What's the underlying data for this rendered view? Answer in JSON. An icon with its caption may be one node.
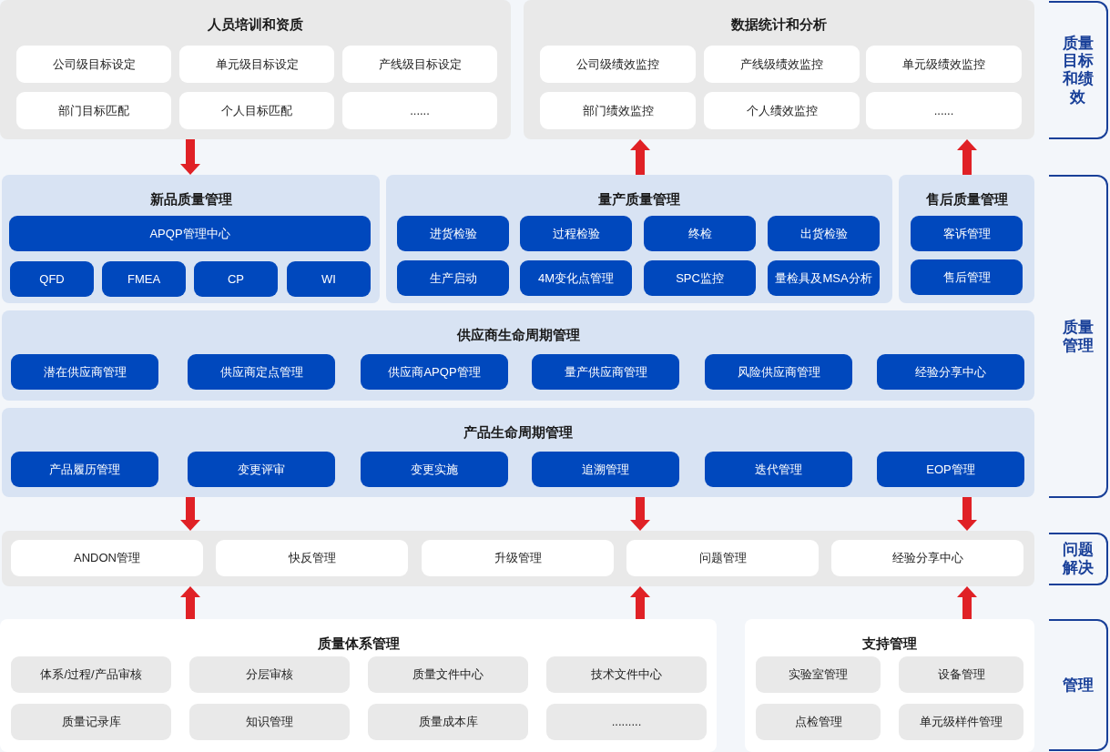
{
  "diagram": {
    "nodes": [
      {
        "text": [
          "人员培训和资质"
        ]
      },
      {
        "text": [
          "公司级目标设定"
        ],
        "in": 0
      },
      {
        "text": [
          "单元级目标设定"
        ],
        "in": 0
      },
      {
        "text": [
          "产线级目标设定"
        ],
        "in": 0
      },
      {
        "text": [
          "部门目标匹配"
        ],
        "in": 0
      },
      {
        "text": [
          "个人目标匹配"
        ],
        "in": 0
      },
      {
        "text": [
          "......"
        ],
        "in": 0
      },
      {
        "text": [
          "数据统计和分析"
        ]
      },
      {
        "text": [
          "公司级绩效监控"
        ],
        "in": 7
      },
      {
        "text": [
          "产线级绩效监控"
        ],
        "in": 7
      },
      {
        "text": [
          "单元级绩效监控"
        ],
        "in": 7
      },
      {
        "text": [
          "部门绩效监控"
        ],
        "in": 7
      },
      {
        "text": [
          "个人绩效监控"
        ],
        "in": 7
      },
      {
        "text": [
          "......"
        ],
        "in": 7
      },
      {
        "text": [
          "新品质量管理"
        ]
      },
      {
        "text": [
          "APQP管理中心"
        ],
        "in": 14
      },
      {
        "text": [
          "QFD"
        ],
        "in": 14
      },
      {
        "text": [
          "FMEA"
        ],
        "in": 14
      },
      {
        "text": [
          "CP"
        ],
        "in": 14
      },
      {
        "text": [
          "WI"
        ],
        "in": 14
      },
      {
        "text": [
          "量产质量管理"
        ]
      },
      {
        "text": [
          "进货检验"
        ],
        "in": 20
      },
      {
        "text": [
          "过程检验"
        ],
        "in": 20
      },
      {
        "text": [
          "终检"
        ],
        "in": 20
      },
      {
        "text": [
          "出货检验"
        ],
        "in": 20
      },
      {
        "text": [
          "生产启动"
        ],
        "in": 20
      },
      {
        "text": [
          "4M变化点管理"
        ],
        "in": 20
      },
      {
        "text": [
          "SPC监控"
        ],
        "in": 20
      },
      {
        "text": [
          "量检具及MSA分析"
        ],
        "in": 20
      },
      {
        "text": [
          "售后质量管理"
        ]
      },
      {
        "text": [
          "客诉管理"
        ],
        "in": 29
      },
      {
        "text": [
          "售后管理"
        ],
        "in": 29
      },
      {
        "text": [
          "供应商生命周期管理"
        ]
      },
      {
        "text": [
          "潜在供应商管理"
        ],
        "in": 32
      },
      {
        "text": [
          "供应商定点管理"
        ],
        "in": 32
      },
      {
        "text": [
          "供应商APQP管理"
        ],
        "in": 32
      },
      {
        "text": [
          "量产供应商管理"
        ],
        "in": 32
      },
      {
        "text": [
          "风险供应商管理"
        ],
        "in": 32
      },
      {
        "text": [
          "经验分享中心"
        ],
        "in": 32
      },
      {
        "text": [
          "产品生命周期管理"
        ]
      },
      {
        "text": [
          "产品履历管理"
        ],
        "in": 39
      },
      {
        "text": [
          "变更评审"
        ],
        "in": 39
      },
      {
        "text": [
          "变更实施"
        ],
        "in": 39
      },
      {
        "text": [
          "追溯管理"
        ],
        "in": 39
      },
      {
        "text": [
          "迭代管理"
        ],
        "in": 39
      },
      {
        "text": [
          "EOP管理"
        ],
        "in": 39
      },
      {
        "text": [],
        "shape": "box"
      },
      {
        "text": [
          "ANDON管理"
        ],
        "in": 46
      },
      {
        "text": [
          "快反管理"
        ],
        "in": 46
      },
      {
        "text": [
          "升级管理"
        ],
        "in": 46
      },
      {
        "text": [
          "问题管理"
        ],
        "in": 46
      },
      {
        "text": [
          "经验分享中心"
        ],
        "in": 46
      },
      {
        "text": [
          "质量体系管理"
        ]
      },
      {
        "text": [
          "体系/过程/产品审核"
        ],
        "in": 52
      },
      {
        "text": [
          "分层审核"
        ],
        "in": 52
      },
      {
        "text": [
          "质量文件中心"
        ],
        "in": 52
      },
      {
        "text": [
          "技术文件中心"
        ],
        "in": 52
      },
      {
        "text": [
          "质量记录库"
        ],
        "in": 52
      },
      {
        "text": [
          "知识管理"
        ],
        "in": 52
      },
      {
        "text": [
          "质量成本库"
        ],
        "in": 52
      },
      {
        "text": [
          "........."
        ],
        "in": 52
      },
      {
        "text": [
          "支持管理"
        ]
      },
      {
        "text": [
          "实验室管理"
        ],
        "in": 61
      },
      {
        "text": [
          "设备管理"
        ],
        "in": 61
      },
      {
        "text": [
          "点检管理"
        ],
        "in": 61
      },
      {
        "text": [
          "单元级样件管理"
        ],
        "in": 61
      },
      {
        "text": [
          "质量目标和绩效"
        ]
      },
      {
        "text": [
          "质量管理"
        ]
      },
      {
        "text": [
          "问题解决"
        ]
      },
      {
        "text": [
          "管理"
        ]
      }
    ],
    "edges": [
      {
        "from": 0,
        "to": 14,
        "arrow": "to"
      },
      {
        "from": 20,
        "to": 7,
        "arrow": "to"
      },
      {
        "from": 29,
        "to": 7,
        "arrow": "to"
      },
      {
        "from": 39,
        "to": 46,
        "arrow": "to"
      },
      {
        "from": 39,
        "to": 46,
        "arrow": "to"
      },
      {
        "from": 39,
        "to": 46,
        "arrow": "to"
      },
      {
        "from": 52,
        "to": 46,
        "arrow": "to"
      },
      {
        "from": 52,
        "to": 46,
        "arrow": "to"
      },
      {
        "from": 61,
        "to": 46,
        "arrow": "to"
      }
    ]
  }
}
